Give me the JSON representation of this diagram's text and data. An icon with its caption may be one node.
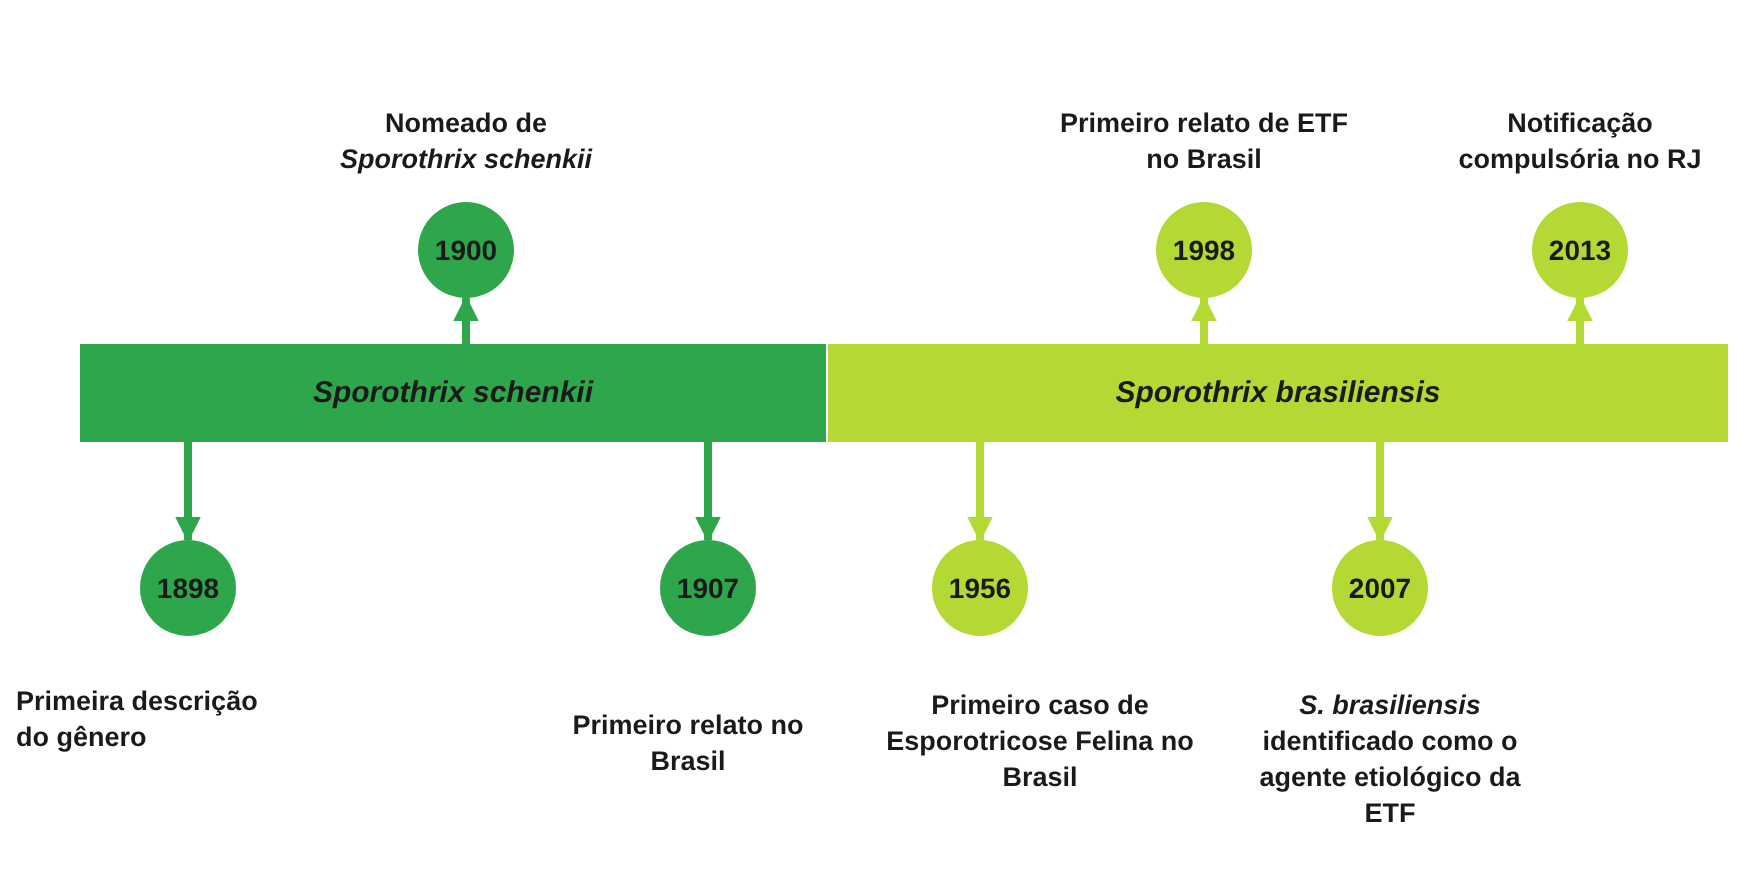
{
  "diagram": {
    "nodes": [
      {
        "text": [
          "Sporothrix schenkii"
        ]
      },
      {
        "text": [
          "Sporothrix brasiliensis"
        ]
      },
      {
        "text": [
          "1900"
        ],
        "beside": [
          "Nomeado de *Sporothrix schenkii*"
        ]
      },
      {
        "text": [
          "1898"
        ],
        "beside": [
          "Primeira descrição do gênero"
        ]
      },
      {
        "text": [
          "1907"
        ],
        "beside": [
          "Primeiro relato no Brasil"
        ]
      },
      {
        "text": [
          "1998"
        ],
        "beside": [
          "Primeiro relato de ETF no Brasil"
        ]
      },
      {
        "text": [
          "2013"
        ],
        "beside": [
          "Notificação compulsória no RJ"
        ]
      },
      {
        "text": [
          "1956"
        ],
        "beside": [
          "Primeiro caso de Esporotricose Felina no Brasil"
        ]
      },
      {
        "text": [
          "2007"
        ],
        "beside": [
          "*S. brasiliensis* identificado como o agente etiológico da ETF"
        ]
      }
    ],
    "edges": [
      {
        "from": 0,
        "to": 2,
        "arrow": "to",
        "color": "#2ea64c"
      },
      {
        "from": 0,
        "to": 3,
        "arrow": "to",
        "color": "#2ea64c"
      },
      {
        "from": 0,
        "to": 4,
        "arrow": "to",
        "color": "#2ea64c"
      },
      {
        "from": 1,
        "to": 5,
        "arrow": "to"
      },
      {
        "from": 1,
        "to": 6,
        "arrow": "to"
      },
      {
        "from": 1,
        "to": 7,
        "arrow": "to"
      },
      {
        "from": 1,
        "to": 8,
        "arrow": "to"
      }
    ]
  }
}
